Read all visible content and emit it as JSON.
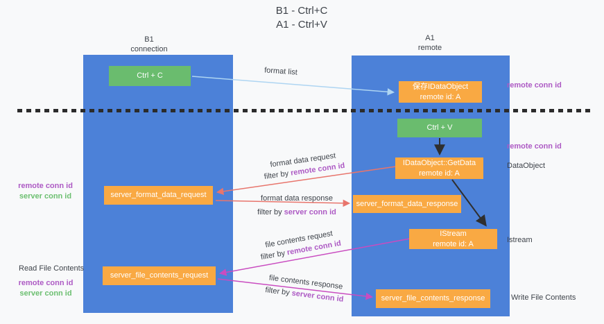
{
  "colors": {
    "column_blue": "#4c81d8",
    "box_green": "#6abc6e",
    "box_orange": "#f9a943",
    "purple_text": "#ad5ac4",
    "green_text": "#6cbf70",
    "arrow_lightblue": "#aed5f2",
    "arrow_red": "#e8756c",
    "arrow_magenta": "#c94cc0",
    "arrow_black": "#2f2f2f",
    "dash_line": "#2b2b2b",
    "text_dark": "#3d4249"
  },
  "title": {
    "line1": "B1 - Ctrl+C",
    "line2": "A1 - Ctrl+V"
  },
  "lifelines": {
    "left": {
      "name": "B1",
      "role": "connection"
    },
    "right": {
      "name": "A1",
      "role": "remote"
    }
  },
  "boxes": {
    "ctrl_c": {
      "label": "Ctrl + C"
    },
    "save_dataobject": {
      "line1": "保存IDataObject",
      "line2": "remote id: A"
    },
    "ctrl_v": {
      "label": "Ctrl + V"
    },
    "getdata": {
      "line1": "IDataObject::GetData",
      "line2": "remote id: A"
    },
    "format_request": {
      "label": "server_format_data_request"
    },
    "format_response": {
      "label": "server_format_data_response"
    },
    "istream": {
      "line1": "IStream",
      "line2": "remote id: A"
    },
    "file_request": {
      "label": "server_file_contents_request"
    },
    "file_response": {
      "label": "server_file_contents_response"
    }
  },
  "side_labels": {
    "right_remote_conn_id_top": "remote conn id",
    "right_remote_conn_id_mid": "remote conn id",
    "dataobject": "DataObject",
    "istream": "Istream",
    "write_file_contents": "Write File Contents",
    "left_remote_conn_id_top": "remote conn id",
    "left_server_conn_id_top": "server conn id",
    "read_file_contents": "Read File Contents",
    "left_remote_conn_id_bottom": "remote conn id",
    "left_server_conn_id_bottom": "server conn id"
  },
  "arrow_labels": {
    "format_list": "format list",
    "format_request": {
      "line1": "format data request",
      "filter_prefix": "filter by",
      "filter_value": "remote conn id"
    },
    "format_response": {
      "line1": "format data response",
      "filter_prefix": "filter by",
      "filter_value": "server conn id"
    },
    "file_request": {
      "line1": "file contents request",
      "filter_prefix": "filter by",
      "filter_value": "remote conn id"
    },
    "file_response": {
      "line1": "file contents response",
      "filter_prefix": "filter by",
      "filter_value": "server conn id"
    }
  }
}
